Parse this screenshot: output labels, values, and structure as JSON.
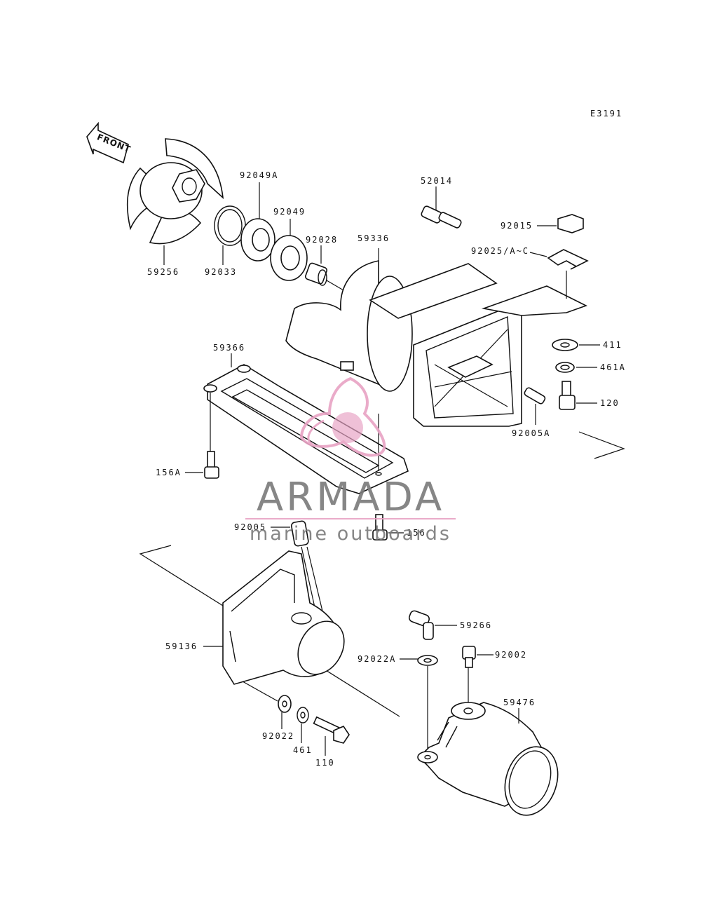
{
  "diagram": {
    "code": "E3191",
    "front_label": "FRONT",
    "labels": {
      "impeller": "59256",
      "circlip": "92033",
      "bearing_a": "92049A",
      "bearing": "92049",
      "collar": "92028",
      "pump_case": "59336",
      "fitting": "52014",
      "nut": "92015",
      "shim": "92025/A~C",
      "washer_411": "411",
      "lockwasher_461a": "461A",
      "bolt_120": "120",
      "nipple": "92005A",
      "stay_plate": "59366",
      "bolt_156a": "156A",
      "grease_nipple": "92005",
      "bolt_156": "156",
      "outlet_cover": "59136",
      "fitting_59266": "59266",
      "washer_92022a": "92022A",
      "bolt_92002": "92002",
      "nozzle": "59476",
      "washer_92022": "92022",
      "lockwasher_461": "461",
      "bolt_110": "110"
    }
  },
  "watermark": {
    "brand": "ARMADA",
    "tagline": "marine outboards",
    "color_primary": "#e8a3c4",
    "color_text": "#7a7a7a"
  }
}
